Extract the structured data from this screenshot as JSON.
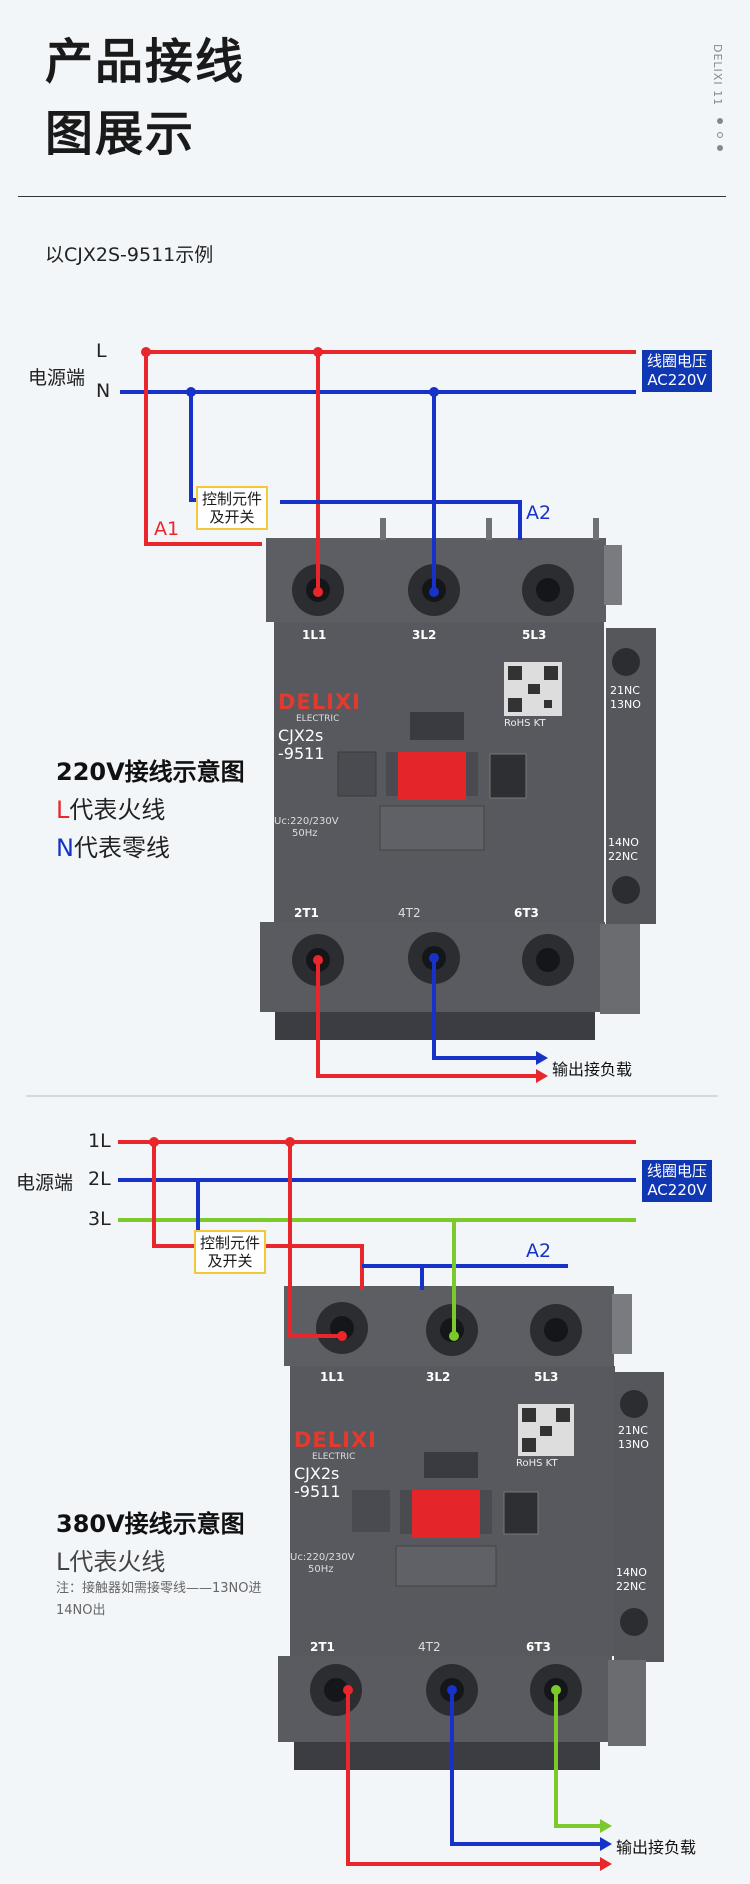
{
  "header": {
    "title_line1": "产品接线",
    "title_line2": "图展示",
    "side_mark": "DELIXI 11"
  },
  "example": "以CJX2S-9511示例",
  "diagram1": {
    "source_label": "电源端",
    "line_L": "L",
    "line_N": "N",
    "coil_label_1": "线圈电压",
    "coil_label_2": "AC220V",
    "control_1": "控制元件",
    "control_2": "及开关",
    "a1": "A1",
    "a2": "A2",
    "terminals_top": [
      "1L1",
      "3L2",
      "5L3"
    ],
    "terminals_bottom": [
      "2T1",
      "4T2",
      "6T3"
    ],
    "aux_top": [
      "21NC",
      "13NO"
    ],
    "aux_bottom": [
      "14NO",
      "22NC"
    ],
    "brand": "DELIXI",
    "brand_sub": "ELECTRIC",
    "model_1": "CJX2s",
    "model_2": "-9511",
    "rating_1": "Uc:220/230V",
    "rating_2": "50Hz",
    "cert": "RoHS KT",
    "heading": "220V接线示意图",
    "legend_L_letter": "L",
    "legend_L_text": "代表火线",
    "legend_N_letter": "N",
    "legend_N_text": "代表零线",
    "output": "输出接负载"
  },
  "diagram2": {
    "source_label": "电源端",
    "line_1": "1L",
    "line_2": "2L",
    "line_3": "3L",
    "coil_label_1": "线圈电压",
    "coil_label_2": "AC220V",
    "control_1": "控制元件",
    "control_2": "及开关",
    "a2": "A2",
    "terminals_top": [
      "1L1",
      "3L2",
      "5L3"
    ],
    "terminals_bottom": [
      "2T1",
      "4T2",
      "6T3"
    ],
    "aux_top": [
      "21NC",
      "13NO"
    ],
    "aux_bottom": [
      "14NO",
      "22NC"
    ],
    "brand": "DELIXI",
    "brand_sub": "ELECTRIC",
    "model_1": "CJX2s",
    "model_2": "-9511",
    "rating_1": "Uc:220/230V",
    "rating_2": "50Hz",
    "cert": "RoHS KT",
    "heading": "380V接线示意图",
    "legend_text": "L代表火线",
    "note_1": "注：接触器如需接零线——13NO进",
    "note_2": "14NO出",
    "output": "输出接负载"
  },
  "colors": {
    "red": "#e8262b",
    "blue": "#1632c8",
    "green": "#7cc92b",
    "body": "#5d5e63",
    "body_dark": "#4a4b50"
  }
}
